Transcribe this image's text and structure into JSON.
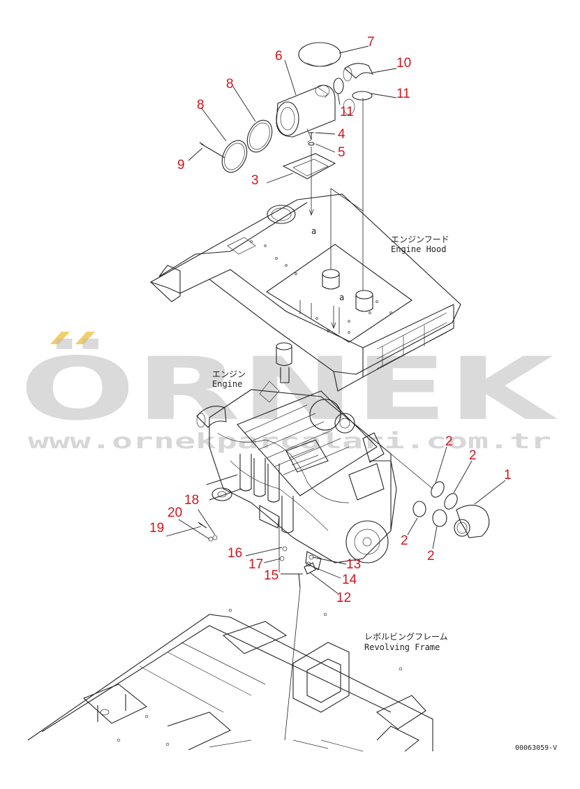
{
  "diagram": {
    "callouts": {
      "c1": "1",
      "c2a": "2",
      "c2b": "2",
      "c2c": "2",
      "c2d": "2",
      "c3": "3",
      "c4": "4",
      "c5": "5",
      "c6": "6",
      "c7": "7",
      "c8a": "8",
      "c8b": "8",
      "c9": "9",
      "c10": "10",
      "c11a": "11",
      "c11b": "11",
      "c12": "12",
      "c13": "13",
      "c14": "14",
      "c15": "15",
      "c16": "16",
      "c17": "17",
      "c18": "18",
      "c19": "19",
      "c20": "20"
    },
    "ref_a_top": "a",
    "ref_a_hood": "a",
    "engine_hood_jp": "エンジンフード",
    "engine_hood_en": "Engine Hood",
    "engine_jp": "エンジン",
    "engine_en": "Engine",
    "frame_jp": "レボルビングフレーム",
    "frame_en": "Revolving Frame",
    "drawing_number": "00063059-V"
  },
  "watermark": {
    "brand": "ÖRNEK",
    "url": "www.ornekparcalari.com.tr",
    "accent_color": "#f2cf6a",
    "text_color": "#bdbdbd"
  },
  "colors": {
    "callout": "#d2141c",
    "line": "#222222"
  }
}
